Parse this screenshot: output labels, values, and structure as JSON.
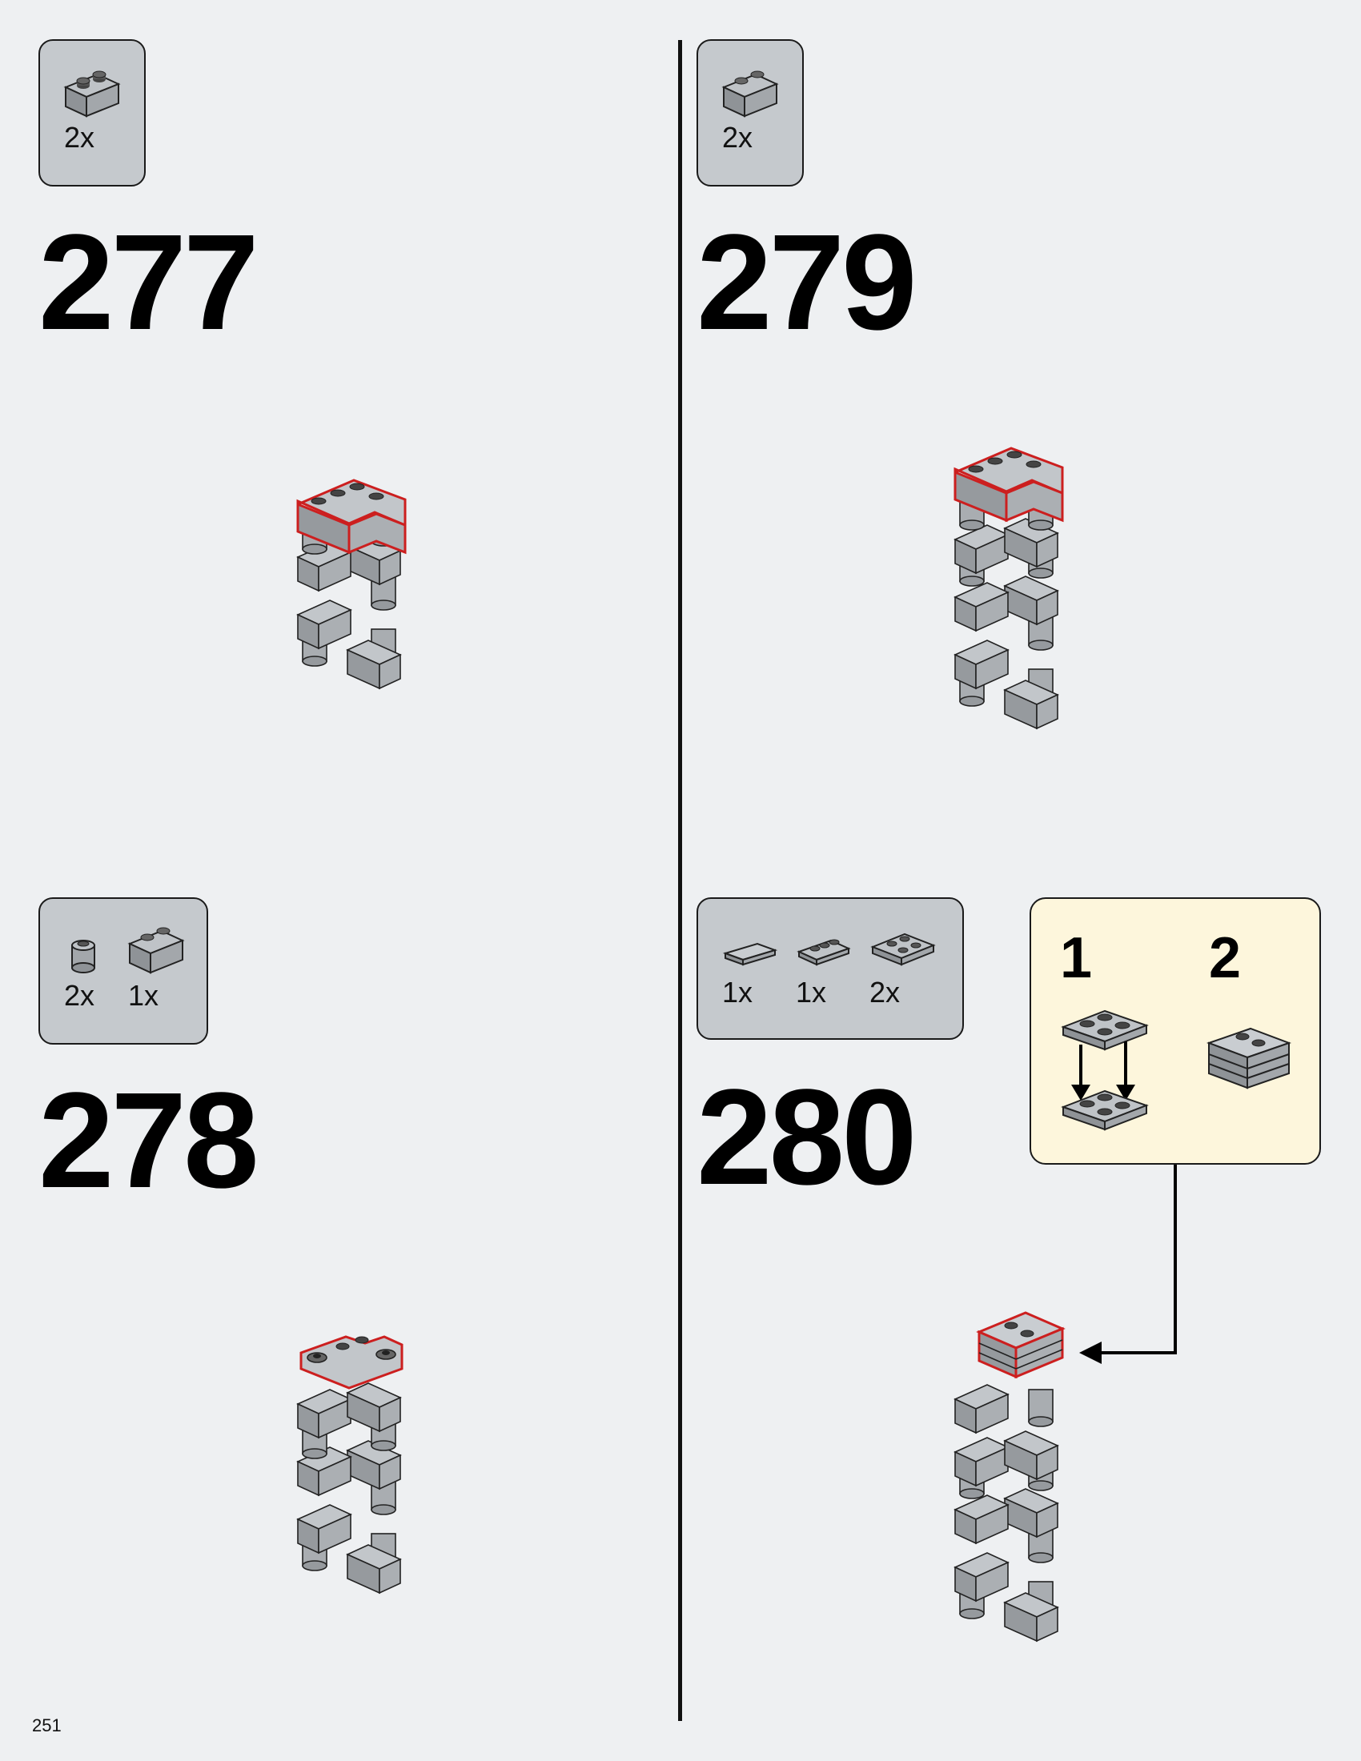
{
  "page": {
    "number": "251"
  },
  "steps": [
    {
      "number": "277",
      "parts": [
        {
          "qty": "2x",
          "icon": "brick-1x2-icon"
        }
      ]
    },
    {
      "number": "278",
      "parts": [
        {
          "qty": "2x",
          "icon": "round-brick-1x1-icon"
        },
        {
          "qty": "1x",
          "icon": "brick-1x2-icon"
        }
      ]
    },
    {
      "number": "279",
      "parts": [
        {
          "qty": "2x",
          "icon": "brick-1x2-icon"
        }
      ]
    },
    {
      "number": "280",
      "parts": [
        {
          "qty": "1x",
          "icon": "tile-1x2-icon"
        },
        {
          "qty": "1x",
          "icon": "plate-1x2-icon"
        },
        {
          "qty": "2x",
          "icon": "plate-2x2-icon"
        }
      ]
    }
  ],
  "callout": {
    "sub_steps": [
      "1",
      "2"
    ]
  },
  "colors": {
    "background": "#eef0f2",
    "parts_box": "#c5c9cd",
    "callout": "#fdf6dc",
    "brick": "#a9adb1",
    "highlight": "#cc1f1f"
  }
}
